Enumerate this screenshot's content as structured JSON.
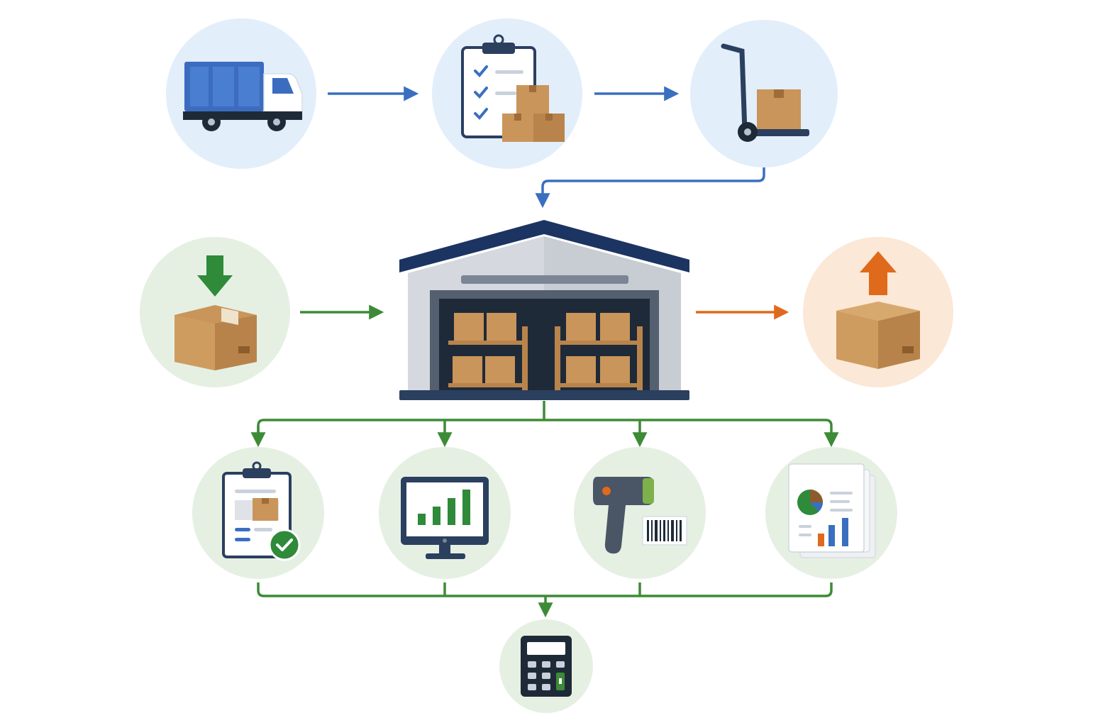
{
  "colors": {
    "blue_flow": "#3a6fc0",
    "green_flow": "#3d8b37",
    "orange_flow": "#e06a1b",
    "navy": "#1c3461",
    "box": "#c9955a",
    "blue_circle": "#e3eefb",
    "green_circle": "#e5f0e3",
    "orange_circle": "#fbe8d7",
    "background": "#ffffff"
  },
  "nodes": [
    {
      "name": "delivery-truck-node",
      "icon": "truck-icon",
      "tint": "blue"
    },
    {
      "name": "inventory-checklist-node",
      "icon": "clipboard-boxes-icon",
      "tint": "blue"
    },
    {
      "name": "hand-truck-node",
      "icon": "hand-truck-icon",
      "tint": "blue"
    },
    {
      "name": "warehouse-node",
      "icon": "warehouse-icon",
      "tint": "none"
    },
    {
      "name": "inbound-goods-node",
      "icon": "inbound-box-icon",
      "tint": "green"
    },
    {
      "name": "outbound-goods-node",
      "icon": "outbound-box-icon",
      "tint": "orange"
    },
    {
      "name": "stock-record-node",
      "icon": "checked-clipboard-icon",
      "tint": "green"
    },
    {
      "name": "analytics-monitor-node",
      "icon": "bar-chart-monitor-icon",
      "tint": "green"
    },
    {
      "name": "barcode-scanner-node",
      "icon": "barcode-scanner-icon",
      "tint": "green"
    },
    {
      "name": "reports-node",
      "icon": "report-documents-icon",
      "tint": "green"
    },
    {
      "name": "calculator-node",
      "icon": "calculator-icon",
      "tint": "green"
    }
  ],
  "edges": [
    {
      "from": "delivery-truck-node",
      "to": "inventory-checklist-node",
      "color": "blue"
    },
    {
      "from": "inventory-checklist-node",
      "to": "hand-truck-node",
      "color": "blue"
    },
    {
      "from": "hand-truck-node",
      "to": "warehouse-node",
      "color": "blue"
    },
    {
      "from": "inbound-goods-node",
      "to": "warehouse-node",
      "color": "green"
    },
    {
      "from": "warehouse-node",
      "to": "outbound-goods-node",
      "color": "orange"
    },
    {
      "from": "warehouse-node",
      "to": "stock-record-node",
      "color": "green"
    },
    {
      "from": "warehouse-node",
      "to": "analytics-monitor-node",
      "color": "green"
    },
    {
      "from": "warehouse-node",
      "to": "barcode-scanner-node",
      "color": "green"
    },
    {
      "from": "warehouse-node",
      "to": "reports-node",
      "color": "green"
    },
    {
      "from": "stock-record-node",
      "to": "calculator-node",
      "color": "green"
    },
    {
      "from": "analytics-monitor-node",
      "to": "calculator-node",
      "color": "green"
    },
    {
      "from": "barcode-scanner-node",
      "to": "calculator-node",
      "color": "green"
    },
    {
      "from": "reports-node",
      "to": "calculator-node",
      "color": "green"
    }
  ]
}
